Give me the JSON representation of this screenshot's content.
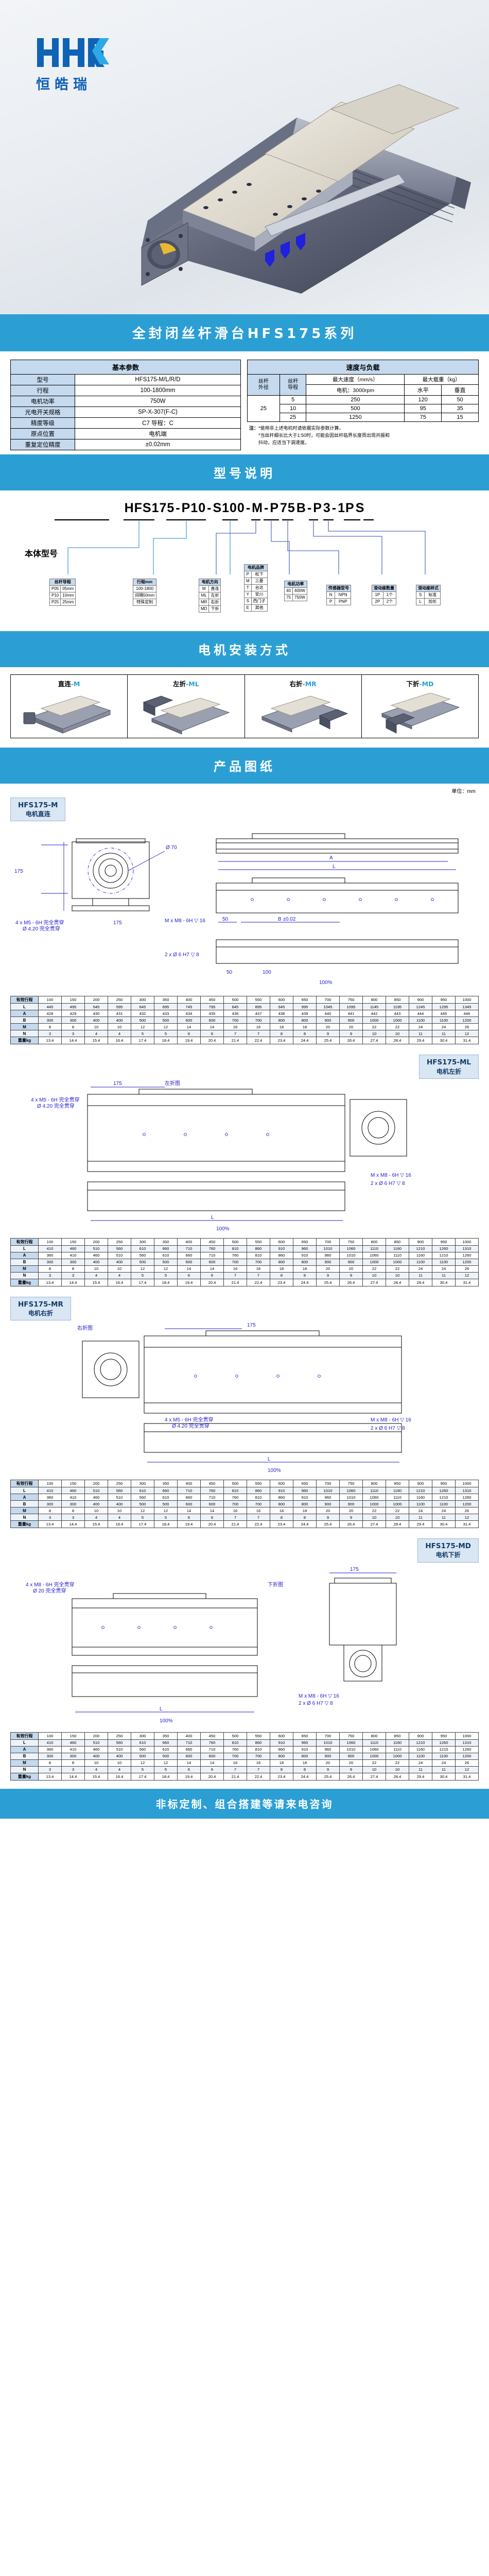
{
  "brand": {
    "logo_text_cn": "恒皓瑞",
    "logo_mark": "HHR"
  },
  "title_banner": "全封闭丝杆滑台HFS175系列",
  "basic_params": {
    "header": "基本参数",
    "rows": [
      {
        "label": "型号",
        "value": "HFS175-M/L/R/D"
      },
      {
        "label": "行程",
        "value": "100-1800mm"
      },
      {
        "label": "电机功率",
        "value": "750W"
      },
      {
        "label": "光电开关规格",
        "value": "SP-X-307(F-C)"
      },
      {
        "label": "精度等级",
        "value": "C7 导程：C"
      },
      {
        "label": "原点位置",
        "value": "电机端"
      },
      {
        "label": "重复定位精度",
        "value": "±0.02mm"
      }
    ]
  },
  "speed_load": {
    "header": "速度与负载",
    "col_screw_od": "丝杆\n外径",
    "col_screw_od_1": "丝杆",
    "col_screw_od_2": "外径",
    "col_lead_1": "丝杆",
    "col_lead_2": "导程",
    "col_speed": "最大速度（mm/s）",
    "col_speed_sub": "电机：3000rpm",
    "col_load": "最大载重（kg）",
    "col_load_h": "水平",
    "col_load_v": "垂直",
    "screw_od": "25",
    "rows": [
      {
        "lead": "5",
        "speed": "250",
        "horizontal": "120",
        "vertical": "50"
      },
      {
        "lead": "10",
        "speed": "500",
        "horizontal": "95",
        "vertical": "35"
      },
      {
        "lead": "25",
        "speed": "1250",
        "horizontal": "75",
        "vertical": "15"
      }
    ],
    "notes_title": "注：",
    "notes": [
      "*使用非上述电机时请依据实际参数计算。",
      "*当丝杆细长比大于1:50时，可能会因丝杆临界长度而出现共振和",
      "抖动，应适当下调速度。"
    ]
  },
  "model_code": {
    "banner": "型号说明",
    "code_parts": [
      "HFS175",
      "-",
      "P10",
      "-",
      "S100",
      "-",
      "M",
      "-",
      "P",
      "75",
      "B",
      "-",
      "P",
      "3",
      "-",
      "1P",
      "S"
    ],
    "body_label": "本体型号",
    "legends": [
      {
        "title": "丝杆导程",
        "rows": [
          [
            "P05",
            "05mm"
          ],
          [
            "P10",
            "10mm"
          ],
          [
            "P25",
            "25mm"
          ]
        ]
      },
      {
        "title": "行程mm",
        "rows": [
          [
            "100-1800"
          ],
          [
            "间隔50mm"
          ],
          [
            "特殊定制"
          ]
        ]
      },
      {
        "title": "电机方向",
        "rows": [
          [
            "M",
            "直连"
          ],
          [
            "ML",
            "左折"
          ],
          [
            "MR",
            "右折"
          ],
          [
            "MD",
            "下折"
          ]
        ]
      },
      {
        "title": "电机品牌",
        "rows": [
          [
            "P",
            "松下"
          ],
          [
            "M",
            "三菱"
          ],
          [
            "T",
            "台达"
          ],
          [
            "Y",
            "安川"
          ],
          [
            "S",
            "西门子"
          ],
          [
            "E",
            "其他"
          ]
        ]
      },
      {
        "title": "电机功率",
        "rows": [
          [
            "40",
            "400W"
          ],
          [
            "75",
            "750W"
          ]
        ]
      },
      {
        "title": "传感器型号",
        "rows": [
          [
            "N",
            "NPN"
          ],
          [
            "P",
            "PNP"
          ]
        ]
      },
      {
        "title": "滑动座数量",
        "rows": [
          [
            "1P",
            "1个"
          ],
          [
            "2P",
            "2个"
          ]
        ]
      },
      {
        "title": "滑动座样式",
        "rows": [
          [
            "S",
            "标准"
          ],
          [
            "L",
            "加长"
          ]
        ]
      }
    ]
  },
  "mounting": {
    "banner": "电机安装方式",
    "options": [
      {
        "label": "直连",
        "code": "-M"
      },
      {
        "label": "左折",
        "code": "-ML"
      },
      {
        "label": "右折",
        "code": "-MR"
      },
      {
        "label": "下折",
        "code": "-MD"
      }
    ]
  },
  "drawings": {
    "banner": "产品图纸",
    "unit": "单位：mm",
    "dim_annotations": {
      "phi70": "Ø 70",
      "holes_4xm5": "4 x M5 - 6H 完全贯穿",
      "holes_4xm5_b": "Ø 4.20 完全贯穿",
      "dim175": "175",
      "dimA": "A",
      "dimL": "L",
      "dim50": "50",
      "dimB": "B ±0.02",
      "holes_mxm8": "M x M8 - 6H ▽ 16",
      "holes_2xd6": "2 x Ø 6 H7 ▽ 8",
      "dim100": "100",
      "pct100": "100%",
      "left_fold": "左折图",
      "right_fold": "右折图",
      "down_fold": "下折图",
      "holes_4xm8": "4 x M8 - 6H 完全贯穿",
      "holes_d20": "Ø 20 完全贯穿"
    },
    "sections": [
      {
        "tag_main": "HFS175-M",
        "tag_sub": "电机直连"
      },
      {
        "tag_main": "HFS175-ML",
        "tag_sub": "电机左折"
      },
      {
        "tag_main": "HFS175-MR",
        "tag_sub": "电机右折"
      },
      {
        "tag_main": "HFS175-MD",
        "tag_sub": "电机下折"
      }
    ]
  },
  "dim_table": {
    "row_labels": [
      "有效行程",
      "L",
      "A",
      "B",
      "M",
      "N",
      "重量kg"
    ],
    "strokes": [
      "100",
      "150",
      "200",
      "250",
      "300",
      "350",
      "400",
      "450",
      "500",
      "550",
      "600",
      "650",
      "700",
      "750",
      "800",
      "850",
      "900",
      "950",
      "1000"
    ],
    "variants": {
      "M": {
        "L": [
          "445",
          "495",
          "545",
          "595",
          "645",
          "695",
          "745",
          "795",
          "845",
          "895",
          "945",
          "995",
          "1045",
          "1095",
          "1145",
          "1195",
          "1245",
          "1295",
          "1345"
        ],
        "A": [
          "428",
          "429",
          "430",
          "431",
          "432",
          "433",
          "434",
          "435",
          "436",
          "437",
          "438",
          "439",
          "440",
          "441",
          "442",
          "443",
          "444",
          "445",
          "446"
        ],
        "B": [
          "300",
          "300",
          "400",
          "400",
          "500",
          "500",
          "600",
          "600",
          "700",
          "700",
          "800",
          "800",
          "900",
          "900",
          "1000",
          "1000",
          "1100",
          "1100",
          "1200"
        ],
        "M": [
          "8",
          "8",
          "10",
          "10",
          "12",
          "12",
          "14",
          "14",
          "16",
          "16",
          "18",
          "18",
          "20",
          "20",
          "22",
          "22",
          "24",
          "24",
          "26"
        ],
        "N": [
          "3",
          "3",
          "4",
          "4",
          "5",
          "5",
          "6",
          "6",
          "7",
          "7",
          "8",
          "8",
          "9",
          "9",
          "10",
          "10",
          "11",
          "11",
          "12"
        ],
        "W": [
          "13.4",
          "14.4",
          "15.4",
          "16.4",
          "17.4",
          "18.4",
          "19.4",
          "20.4",
          "21.4",
          "22.4",
          "23.4",
          "24.4",
          "25.4",
          "26.4",
          "27.4",
          "28.4",
          "29.4",
          "30.4",
          "31.4"
        ]
      },
      "ML": {
        "L": [
          "410",
          "460",
          "510",
          "560",
          "610",
          "660",
          "710",
          "760",
          "810",
          "860",
          "910",
          "960",
          "1010",
          "1060",
          "1110",
          "1160",
          "1210",
          "1260",
          "1310"
        ],
        "A": [
          "360",
          "410",
          "460",
          "510",
          "560",
          "610",
          "660",
          "710",
          "760",
          "810",
          "860",
          "910",
          "960",
          "1010",
          "1060",
          "1110",
          "1160",
          "1210",
          "1260"
        ],
        "B": [
          "300",
          "300",
          "400",
          "400",
          "500",
          "500",
          "600",
          "600",
          "700",
          "700",
          "800",
          "800",
          "900",
          "900",
          "1000",
          "1000",
          "1100",
          "1100",
          "1200"
        ],
        "M": [
          "8",
          "8",
          "10",
          "10",
          "12",
          "12",
          "14",
          "14",
          "16",
          "16",
          "18",
          "18",
          "20",
          "20",
          "22",
          "22",
          "24",
          "24",
          "26"
        ],
        "N": [
          "3",
          "3",
          "4",
          "4",
          "5",
          "5",
          "6",
          "6",
          "7",
          "7",
          "8",
          "8",
          "9",
          "9",
          "10",
          "10",
          "11",
          "11",
          "12"
        ],
        "W": [
          "13.4",
          "14.4",
          "15.4",
          "16.4",
          "17.4",
          "18.4",
          "19.4",
          "20.4",
          "21.4",
          "22.4",
          "23.4",
          "24.4",
          "25.4",
          "26.4",
          "27.4",
          "28.4",
          "29.4",
          "30.4",
          "31.4"
        ]
      },
      "MR": {
        "L": [
          "410",
          "460",
          "510",
          "560",
          "610",
          "660",
          "710",
          "760",
          "810",
          "860",
          "910",
          "960",
          "1010",
          "1060",
          "1110",
          "1160",
          "1210",
          "1260",
          "1310"
        ],
        "A": [
          "360",
          "410",
          "460",
          "510",
          "560",
          "610",
          "660",
          "710",
          "760",
          "810",
          "860",
          "910",
          "960",
          "1010",
          "1060",
          "1110",
          "1160",
          "1210",
          "1260"
        ],
        "B": [
          "300",
          "300",
          "400",
          "400",
          "500",
          "500",
          "600",
          "600",
          "700",
          "700",
          "800",
          "800",
          "900",
          "900",
          "1000",
          "1000",
          "1100",
          "1100",
          "1200"
        ],
        "M": [
          "8",
          "8",
          "10",
          "10",
          "12",
          "12",
          "14",
          "14",
          "16",
          "16",
          "18",
          "18",
          "20",
          "20",
          "22",
          "22",
          "24",
          "24",
          "26"
        ],
        "N": [
          "3",
          "3",
          "4",
          "4",
          "5",
          "5",
          "6",
          "6",
          "7",
          "7",
          "8",
          "8",
          "9",
          "9",
          "10",
          "10",
          "11",
          "11",
          "12"
        ],
        "W": [
          "13.4",
          "14.4",
          "15.4",
          "16.4",
          "17.4",
          "18.4",
          "19.4",
          "20.4",
          "21.4",
          "22.4",
          "23.4",
          "24.4",
          "25.4",
          "26.4",
          "27.4",
          "28.4",
          "29.4",
          "30.4",
          "31.4"
        ]
      },
      "MD": {
        "L": [
          "410",
          "460",
          "510",
          "560",
          "610",
          "660",
          "710",
          "760",
          "810",
          "860",
          "910",
          "960",
          "1010",
          "1060",
          "1110",
          "1160",
          "1210",
          "1260",
          "1310"
        ],
        "A": [
          "360",
          "410",
          "460",
          "510",
          "560",
          "610",
          "660",
          "710",
          "760",
          "810",
          "860",
          "910",
          "960",
          "1010",
          "1060",
          "1110",
          "1160",
          "1210",
          "1260"
        ],
        "B": [
          "300",
          "300",
          "400",
          "400",
          "500",
          "500",
          "600",
          "600",
          "700",
          "700",
          "800",
          "800",
          "900",
          "900",
          "1000",
          "1000",
          "1100",
          "1100",
          "1200"
        ],
        "M": [
          "8",
          "8",
          "10",
          "10",
          "12",
          "12",
          "14",
          "14",
          "16",
          "16",
          "18",
          "18",
          "20",
          "20",
          "22",
          "22",
          "24",
          "24",
          "26"
        ],
        "N": [
          "3",
          "3",
          "4",
          "4",
          "5",
          "5",
          "6",
          "6",
          "7",
          "7",
          "8",
          "8",
          "9",
          "9",
          "10",
          "10",
          "11",
          "11",
          "12"
        ],
        "W": [
          "13.4",
          "14.4",
          "15.4",
          "16.4",
          "17.4",
          "18.4",
          "19.4",
          "20.4",
          "21.4",
          "22.4",
          "23.4",
          "24.4",
          "25.4",
          "26.4",
          "27.4",
          "28.4",
          "29.4",
          "30.4",
          "31.4"
        ]
      }
    }
  },
  "footer": "非标定制、组合搭建等请来电咨询",
  "colors": {
    "accent": "#2b9fd4",
    "table_head": "#c5d9ef",
    "dim_blue": "#2222cc"
  }
}
